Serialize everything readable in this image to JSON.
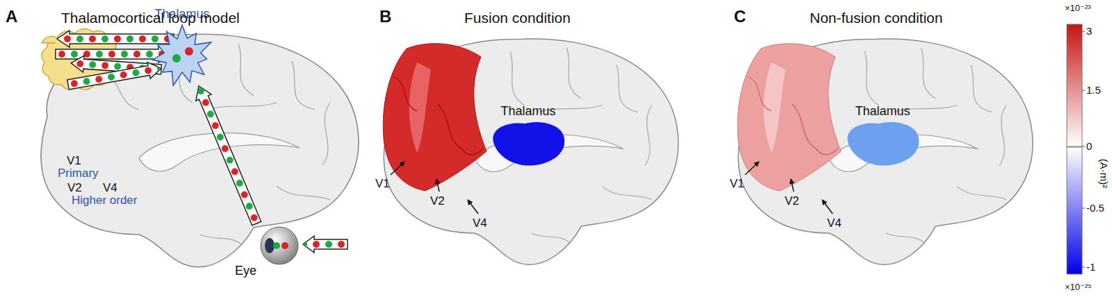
{
  "diagram": {
    "nodes": [
      {
        "text": [
          "Thalamus"
        ]
      },
      {
        "text": [
          "Eye"
        ]
      },
      {
        "text": [
          "Thalamus"
        ]
      },
      {
        "text": [
          "Thalamus"
        ]
      }
    ],
    "edges": [
      {
        "from": 1,
        "to": 0,
        "arrow": "to"
      }
    ],
    "labels": [
      "A",
      "Thalamocortical loop model",
      "V1",
      "Primary",
      "V2",
      "V4",
      "Higher order",
      "B",
      "Fusion condition",
      "V1",
      "V2",
      "V4",
      "C",
      "Non-fusion condition",
      "V1",
      "V2",
      "V4",
      "×10⁻²³",
      "3",
      "1.5",
      "0",
      "(A·m)²",
      "-0.5",
      "-1",
      "×10⁻²⁵"
    ]
  }
}
